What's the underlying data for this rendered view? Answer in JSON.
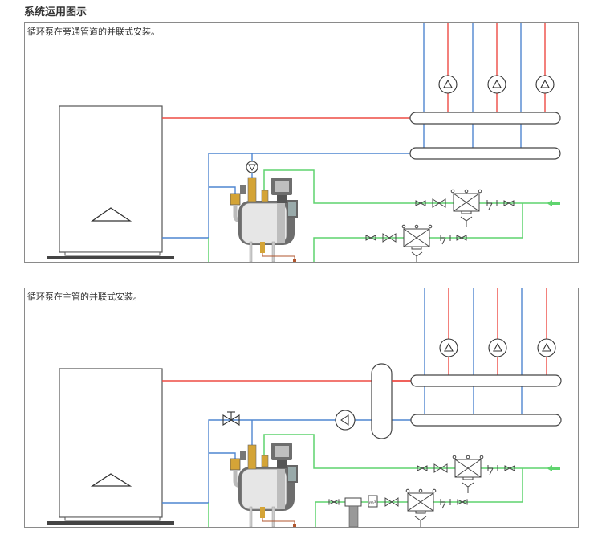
{
  "page": {
    "title": "系统运用图示"
  },
  "colors": {
    "supply_pipe": "#ee4b44",
    "return_pipe": "#4f86d0",
    "water_pipe": "#5fd46e",
    "outline": "#444444",
    "frame": "#8a8a8a",
    "inlet_arrow": "#5fd46e"
  },
  "panels": [
    {
      "caption": "循环泵在旁通管道的并联式安装。",
      "components": [
        "boiler",
        "supply-header",
        "return-header",
        "consumer-pumps",
        "bypass-pump",
        "degassing-unit",
        "make-up-line-upper",
        "make-up-line-lower",
        "inlet-arrow"
      ]
    },
    {
      "caption": "循环泵在主管的并联式安装。",
      "components": [
        "boiler",
        "hydraulic-separator",
        "supply-header",
        "return-header",
        "consumer-pumps",
        "main-pump",
        "balancing-valve",
        "degassing-unit",
        "make-up-line-upper",
        "make-up-line-lower-with-softener-meter",
        "inlet-arrow"
      ]
    }
  ],
  "labels": {
    "water_meter": "m³"
  }
}
